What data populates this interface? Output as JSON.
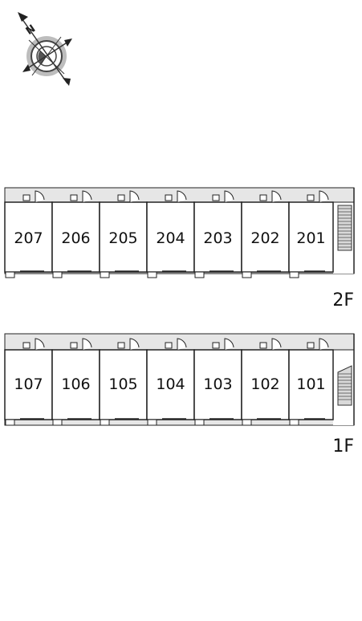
{
  "compass": {
    "north_label": "N",
    "icon": "compass-rose-icon"
  },
  "floors": [
    {
      "id": "2f",
      "label": "2F",
      "rooms": [
        "207",
        "206",
        "205",
        "204",
        "203",
        "202",
        "201"
      ]
    },
    {
      "id": "1f",
      "label": "1F",
      "rooms": [
        "107",
        "106",
        "105",
        "104",
        "103",
        "102",
        "101"
      ]
    }
  ],
  "colors": {
    "line": "#222222",
    "corridor": "#e6e6e6",
    "stair": "#d9d9d9"
  }
}
